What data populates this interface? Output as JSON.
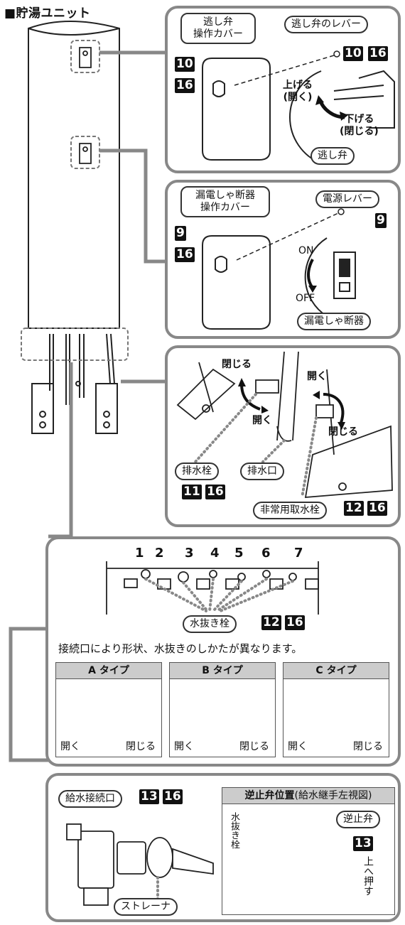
{
  "title": "■貯湯ユニット",
  "panel1": {
    "cover_label": "逃し弁\n操作カバー",
    "lever_label": "逃し弁のレバー",
    "valve_label": "逃し弁",
    "up_label": "上げる\n(開く)",
    "down_label": "下げる\n(閉じる)",
    "refs_left": [
      "10",
      "16"
    ],
    "refs_right": [
      "10",
      "16"
    ]
  },
  "panel2": {
    "cover_label": "漏電しゃ断器\n操作カバー",
    "lever_label": "電源レバー",
    "breaker_label": "漏電しゃ断器",
    "on_label": "ON",
    "off_label": "OFF",
    "refs_left": [
      "9",
      "16"
    ],
    "refs_right": [
      "9"
    ]
  },
  "panel3": {
    "close_top": "閉じる",
    "open_left": "開く",
    "open_right": "開く",
    "close_right": "閉じる",
    "drain_plug": "排水栓",
    "drain_outlet": "排水口",
    "emergency_tap": "非常用取水栓",
    "refs_drain": [
      "11",
      "16"
    ],
    "refs_emergency": [
      "12",
      "16"
    ]
  },
  "panel4": {
    "numbers": [
      "1",
      "2",
      "3",
      "4",
      "5",
      "6",
      "7"
    ],
    "drain_plug_label": "水抜き栓",
    "refs": [
      "12",
      "16"
    ],
    "note": "接続口により形状、水抜きのしかたが異なります。",
    "types": [
      {
        "name": "A タイプ",
        "open": "開く",
        "close": "閉じる"
      },
      {
        "name": "B タイプ",
        "open": "開く",
        "close": "閉じる"
      },
      {
        "name": "C タイプ",
        "open": "開く",
        "close": "閉じる"
      }
    ]
  },
  "panel5": {
    "inlet_label": "給水接続口",
    "refs": [
      "13",
      "16"
    ],
    "strainer_label": "ストレーナ",
    "check_title_bold": "逆止弁位置",
    "check_title_rest": "(給水継手左視図)",
    "check_valve_label": "逆止弁",
    "drain_vertical": "水抜き栓",
    "push_vertical": "上へ押す",
    "ref_check": "13"
  }
}
